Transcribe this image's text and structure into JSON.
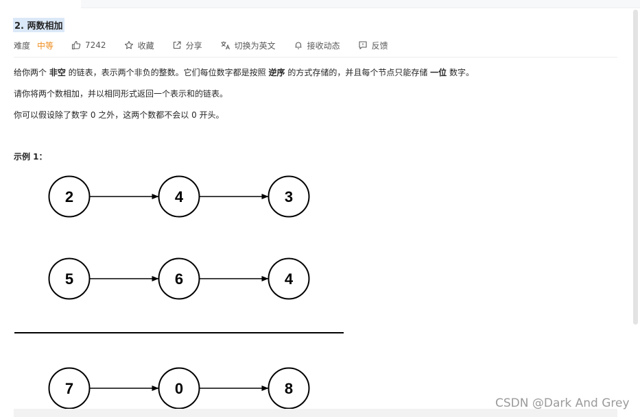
{
  "problem": {
    "title": "2. 两数相加",
    "difficulty_label": "难度",
    "difficulty_value": "中等",
    "likes": "7242",
    "favorite_label": "收藏",
    "share_label": "分享",
    "switch_lang_label": "切换为英文",
    "notify_label": "接收动态",
    "feedback_label": "反馈"
  },
  "description": {
    "p1_a": "给你两个 ",
    "p1_b": "非空",
    "p1_c": " 的链表，表示两个非负的整数。它们每位数字都是按照 ",
    "p1_d": "逆序",
    "p1_e": " 的方式存储的，并且每个节点只能存储 ",
    "p1_f": "一位",
    "p1_g": " 数字。",
    "p2": "请你将两个数相加，并以相同形式返回一个表示和的链表。",
    "p3": "你可以假设除了数字 0 之外，这两个数都不会以 0 开头。"
  },
  "example_label": "示例 1：",
  "diagram": {
    "list1": [
      "2",
      "4",
      "3"
    ],
    "list2": [
      "5",
      "6",
      "4"
    ],
    "result": [
      "7",
      "0",
      "8"
    ]
  },
  "watermark": "CSDN @Dark And Grey"
}
